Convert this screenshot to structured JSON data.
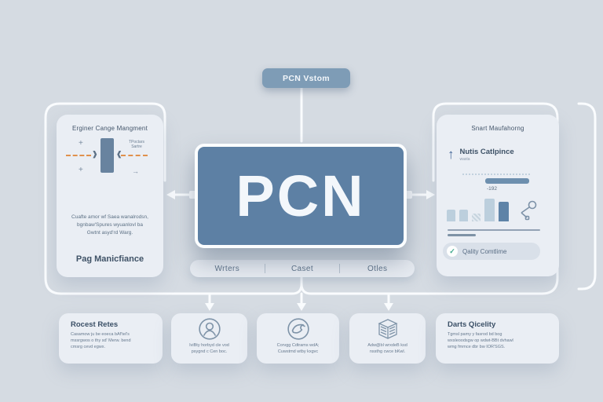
{
  "top_badge": {
    "label": "PCN Vstom"
  },
  "center_box": {
    "title": "PCN"
  },
  "tabs": {
    "items": [
      "Wrters",
      "Caset",
      "Otles"
    ]
  },
  "left_card": {
    "title": "Erginer Cange Mangment",
    "icons": {
      "plus": "+",
      "arrow_right": "→",
      "chevron_in_right": "❱",
      "chevron_in_left": "❰"
    },
    "icon_note_line1": "TPoctars",
    "icon_note_line2": "Sartre",
    "body_lines": [
      "Cuafte amor wf Saea wanalrodsn,",
      "bgnbaw'Spures wyuanlovl ba",
      "Gwtnt asyd'rd Warg."
    ],
    "footer": "Pag Manicfiance"
  },
  "right_card": {
    "title": "Snart Maufahorng",
    "metric_arrow": "↑",
    "metric_label": "Nutis Catlpince",
    "metric_sub": "wasta",
    "bar_annotation": "-192",
    "badge_check": "✓",
    "badge_label": "Qality Comtlime",
    "chart_data": {
      "type": "bar",
      "values": [
        15,
        15,
        10,
        29,
        25
      ],
      "widths": [
        11,
        11,
        11,
        13,
        13
      ],
      "styles": [
        "light",
        "light",
        "hatch",
        "light",
        "dark"
      ],
      "annotation": "-192",
      "annotation_target_index": 3
    }
  },
  "bottom_cards": [
    {
      "title": "Rocest Retes",
      "body_lines": [
        "Casamow ju be eoeca bAf'tel's",
        "mssrgwos o thy sd' Merw. bend",
        "cmsrg cevd egwx."
      ]
    },
    {
      "icon": "person-circle-icon",
      "lines": [
        "IviBty horbyd cle vod",
        "psygnd c Cen boc."
      ]
    },
    {
      "icon": "dove-circle-icon",
      "lines": [
        "Corvgg Cdtrams wdA;",
        "Cuwstmd wtby kxgvc"
      ]
    },
    {
      "icon": "layered-cube-icon",
      "lines": [
        "Adw@bl wrxdeB ksd",
        "nssthg cwce bKwl."
      ]
    },
    {
      "title": "Darts Qicelity",
      "body_lines": [
        "Tgmsl pamy y fasrod bd bog",
        "wxsleoodsgw op wdwt-BBt dvhawl",
        "wmg fmmce dbr bw IOR'SGS."
      ]
    }
  ],
  "colors": {
    "background": "#d5dbe2",
    "card": "#eaeef4",
    "accent_box": "#5d80a4",
    "top_badge": "#7e9cb6",
    "connector": "#fafcfe",
    "orange_dash": "#e0914d",
    "bar_light": "#bccfdd",
    "bar_dark": "#5e83a7",
    "check_green": "#3da88c"
  }
}
